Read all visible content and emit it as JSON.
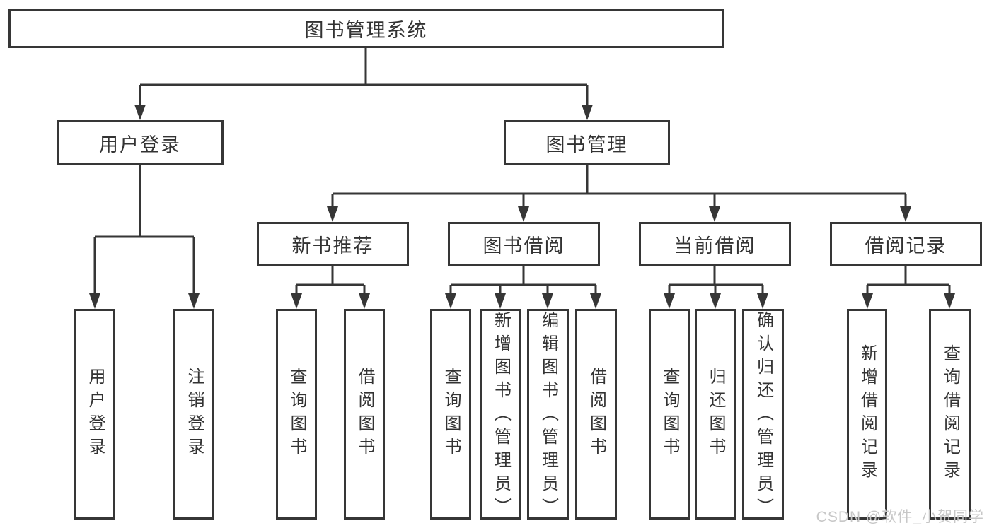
{
  "tree": {
    "label": "图书管理系统",
    "children": [
      {
        "label": "用户登录",
        "children": [
          {
            "label": "用户登录"
          },
          {
            "label": "注销登录"
          }
        ]
      },
      {
        "label": "图书管理",
        "children": [
          {
            "label": "新书推荐",
            "children": [
              {
                "label": "查询图书"
              },
              {
                "label": "借阅图书"
              }
            ]
          },
          {
            "label": "图书借阅",
            "children": [
              {
                "label": "查询图书"
              },
              {
                "label": "新增图书（管理员）"
              },
              {
                "label": "编辑图书（管理员）"
              },
              {
                "label": "借阅图书"
              }
            ]
          },
          {
            "label": "当前借阅",
            "children": [
              {
                "label": "查询图书"
              },
              {
                "label": "归还图书"
              },
              {
                "label": "确认归还（管理员）"
              }
            ]
          },
          {
            "label": "借阅记录",
            "children": [
              {
                "label": "新增借阅记录"
              },
              {
                "label": "查询借阅记录"
              }
            ]
          }
        ]
      }
    ]
  },
  "watermark": "CSDN @软件_小贺同学",
  "colors": {
    "line": "#363636",
    "text": "#333333",
    "watermark": "#c7c7c7",
    "background": "#ffffff"
  }
}
